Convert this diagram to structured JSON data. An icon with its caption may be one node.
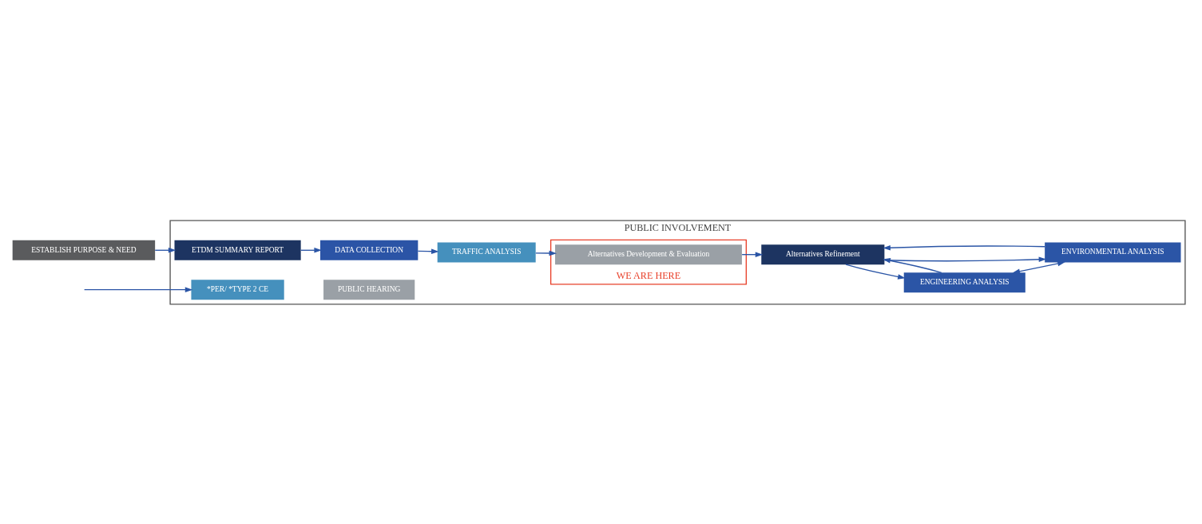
{
  "diagram": {
    "nodes": [
      {
        "text": [
          "ESTABLISH PURPOSE & NEED"
        ]
      },
      {
        "text": [
          "PUBLIC INVOLVEMENT"
        ]
      },
      {
        "text": [
          "ETDM SUMMARY REPORT"
        ],
        "in": 1
      },
      {
        "text": [
          "DATA COLLECTION"
        ],
        "in": 1
      },
      {
        "text": [
          "TRAFFIC ANALYSIS"
        ],
        "in": 1
      },
      {
        "text": [
          "WE ARE HERE"
        ],
        "in": 1
      },
      {
        "text": [
          "Alternatives Development & Evaluation"
        ],
        "in": 5
      },
      {
        "text": [
          "Alternatives Refinement"
        ],
        "in": 1
      },
      {
        "text": [
          "ENGINEERING ANALYSIS"
        ],
        "in": 1
      },
      {
        "text": [
          "ENVIRONMENTAL ANALYSIS"
        ],
        "in": 1
      },
      {
        "text": [
          "*PER/ *TYPE 2 CE"
        ],
        "in": 1
      },
      {
        "text": [
          "PUBLIC HEARING"
        ],
        "in": 1
      }
    ],
    "edges": [
      {
        "from": 0,
        "to": 2,
        "arrow": "to"
      },
      {
        "from": 2,
        "to": 3,
        "arrow": "to"
      },
      {
        "from": 3,
        "to": 4,
        "arrow": "to"
      },
      {
        "from": 4,
        "to": 6,
        "arrow": "to"
      },
      {
        "from": 6,
        "to": 7,
        "arrow": "to"
      },
      {
        "from": 7,
        "to": 8,
        "arrow": "to"
      },
      {
        "from": 7,
        "to": 9,
        "arrow": "to"
      },
      {
        "from": 8,
        "to": 9,
        "arrow": "both"
      },
      {
        "from": 8,
        "to": 7,
        "arrow": "to"
      },
      {
        "from": 9,
        "to": 7,
        "arrow": "to"
      },
      {
        "from": null,
        "to": 10,
        "arrow": "to"
      }
    ]
  }
}
